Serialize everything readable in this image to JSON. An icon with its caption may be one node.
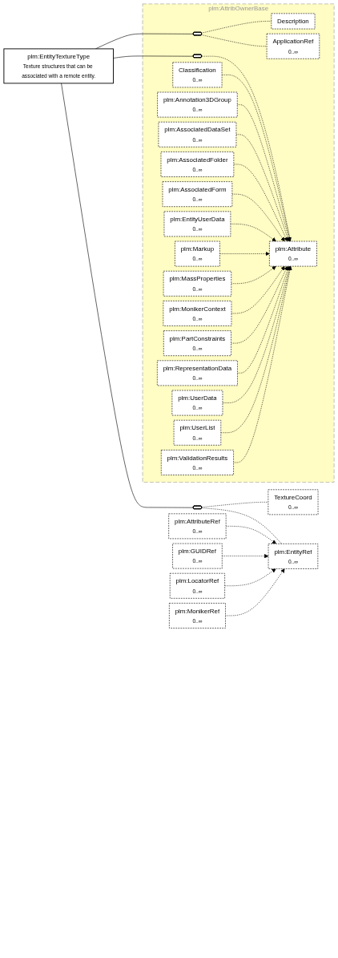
{
  "diagram": {
    "nodes": [
      {
        "text": [
          "plm:EntityTextureType",
          "Texture structures that can be associated with a remote entity."
        ]
      },
      {
        "text": [
          "plm:AttribOwnerBase"
        ]
      },
      {
        "text": [],
        "shape": "hexagon",
        "in": 1
      },
      {
        "text": [
          "Description"
        ],
        "in": 1
      },
      {
        "text": [
          "ApplicationRef",
          "0..∞"
        ],
        "in": 1
      },
      {
        "text": [],
        "shape": "hexagon",
        "in": 1
      },
      {
        "text": [
          "plm:Attribute",
          "0..∞"
        ],
        "in": 1
      },
      {
        "text": [
          "Classification",
          "0..∞"
        ],
        "in": 1
      },
      {
        "text": [
          "plm:Annotation3DGroup",
          "0..∞"
        ],
        "in": 1
      },
      {
        "text": [
          "plm:AssociatedDataSet",
          "0..∞"
        ],
        "in": 1
      },
      {
        "text": [
          "plm:AssociatedFolder",
          "0..∞"
        ],
        "in": 1
      },
      {
        "text": [
          "plm:AssociatedForm",
          "0..∞"
        ],
        "in": 1
      },
      {
        "text": [
          "plm:EntityUserData",
          "0..∞"
        ],
        "in": 1
      },
      {
        "text": [
          "plm:Markup",
          "0..∞"
        ],
        "in": 1
      },
      {
        "text": [
          "plm:MassProperties",
          "0..∞"
        ],
        "in": 1
      },
      {
        "text": [
          "plm:MonikerContext",
          "0..∞"
        ],
        "in": 1
      },
      {
        "text": [
          "plm:PartConstraints",
          "0..∞"
        ],
        "in": 1
      },
      {
        "text": [
          "plm:RepresentationData",
          "0..∞"
        ],
        "in": 1
      },
      {
        "text": [
          "plm:UserData",
          "0..∞"
        ],
        "in": 1
      },
      {
        "text": [
          "plm:UserList",
          "0..∞"
        ],
        "in": 1
      },
      {
        "text": [
          "plm:ValidationResults",
          "0..∞"
        ],
        "in": 1
      },
      {
        "text": [],
        "shape": "hexagon"
      },
      {
        "text": [
          "TextureCoord",
          "0..∞"
        ]
      },
      {
        "text": [
          "plm:EntityRef",
          "0..∞"
        ]
      },
      {
        "text": [
          "plm:AttributeRef",
          "0..∞"
        ]
      },
      {
        "text": [
          "plm:GUIDRef",
          "0..∞"
        ]
      },
      {
        "text": [
          "plm:LocatorRef",
          "0..∞"
        ]
      },
      {
        "text": [
          "plm:MonikerRef",
          "0..∞"
        ]
      }
    ],
    "edges": [
      {
        "from": 0,
        "to": 2,
        "arrow": "none"
      },
      {
        "from": 0,
        "to": 5,
        "arrow": "none"
      },
      {
        "from": 0,
        "to": 21,
        "arrow": "none"
      },
      {
        "from": 2,
        "to": 3,
        "arrow": "none",
        "style": "dashed"
      },
      {
        "from": 2,
        "to": 4,
        "arrow": "none",
        "style": "dashed"
      },
      {
        "from": 5,
        "to": 6,
        "arrow": "none",
        "style": "dashed"
      },
      {
        "from": 7,
        "to": 6,
        "arrow": "to",
        "style": "dashed"
      },
      {
        "from": 8,
        "to": 6,
        "arrow": "to",
        "style": "dashed"
      },
      {
        "from": 9,
        "to": 6,
        "arrow": "to",
        "style": "dashed"
      },
      {
        "from": 10,
        "to": 6,
        "arrow": "to",
        "style": "dashed"
      },
      {
        "from": 11,
        "to": 6,
        "arrow": "to",
        "style": "dashed"
      },
      {
        "from": 12,
        "to": 6,
        "arrow": "to",
        "style": "dashed"
      },
      {
        "from": 13,
        "to": 6,
        "arrow": "to",
        "style": "dashed"
      },
      {
        "from": 14,
        "to": 6,
        "arrow": "to",
        "style": "dashed"
      },
      {
        "from": 15,
        "to": 6,
        "arrow": "to",
        "style": "dashed"
      },
      {
        "from": 16,
        "to": 6,
        "arrow": "to",
        "style": "dashed"
      },
      {
        "from": 17,
        "to": 6,
        "arrow": "to",
        "style": "dashed"
      },
      {
        "from": 18,
        "to": 6,
        "arrow": "to",
        "style": "dashed"
      },
      {
        "from": 19,
        "to": 6,
        "arrow": "to",
        "style": "dashed"
      },
      {
        "from": 20,
        "to": 6,
        "arrow": "to",
        "style": "dashed"
      },
      {
        "from": 21,
        "to": 22,
        "arrow": "none",
        "style": "dashed"
      },
      {
        "from": 21,
        "to": 23,
        "arrow": "none",
        "style": "dashed"
      },
      {
        "from": 24,
        "to": 23,
        "arrow": "to",
        "style": "dashed"
      },
      {
        "from": 25,
        "to": 23,
        "arrow": "to",
        "style": "dashed"
      },
      {
        "from": 26,
        "to": 23,
        "arrow": "to",
        "style": "dashed"
      },
      {
        "from": 27,
        "to": 23,
        "arrow": "to",
        "style": "dashed"
      }
    ]
  }
}
